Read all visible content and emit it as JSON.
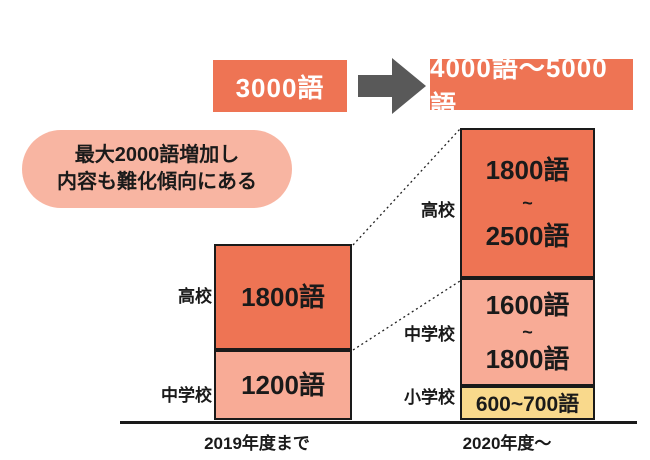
{
  "colors": {
    "orange": "#EE7454",
    "salmon": "#F8AB96",
    "yellow": "#F9D98C",
    "bubble_pink": "#F8B5A2",
    "arrow_gray": "#595959",
    "border_black": "#1a1a1a"
  },
  "header": {
    "before_total": "3000語",
    "after_total": "4000語〜5000語"
  },
  "note": {
    "line1": "最大2000語増加し",
    "line2": "内容も難化傾向にある"
  },
  "left_column": {
    "axis_label": "2019年度まで",
    "segments": [
      {
        "label": "高校",
        "value": "1800語"
      },
      {
        "label": "中学校",
        "value": "1200語"
      }
    ]
  },
  "right_column": {
    "axis_label": "2020年度〜",
    "segments": [
      {
        "label": "高校",
        "value_lines": [
          "1800語",
          "~",
          "2500語"
        ]
      },
      {
        "label": "中学校",
        "value_lines": [
          "1600語",
          "~",
          "1800語"
        ]
      },
      {
        "label": "小学校",
        "value": "600~700語"
      }
    ]
  },
  "chart_data": {
    "type": "bar",
    "subtype": "stacked-comparison",
    "title": "",
    "categories": [
      "2019年度まで",
      "2020年度〜"
    ],
    "series": [
      {
        "name": "小学校",
        "values": [
          0,
          650
        ],
        "labels": [
          "",
          "600~700語"
        ],
        "color": "#F9D98C"
      },
      {
        "name": "中学校",
        "values": [
          1200,
          1700
        ],
        "labels": [
          "1200語",
          "1600語~1800語"
        ],
        "color": "#F8AB96"
      },
      {
        "name": "高校",
        "values": [
          1800,
          2150
        ],
        "labels": [
          "1800語",
          "1800語~2500語"
        ],
        "color": "#EE7454"
      }
    ],
    "totals": [
      "3000語",
      "4000語〜5000語"
    ],
    "annotation": "最大2000語増加し内容も難化傾向にある",
    "legend_position": "none",
    "grid": false,
    "unit": "語"
  }
}
